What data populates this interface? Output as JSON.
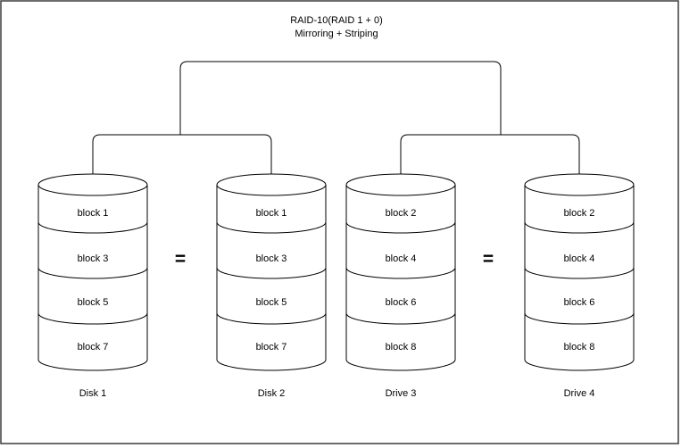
{
  "title": {
    "line1": "RAID-10(RAID 1 + 0)",
    "line2": "Mirroring + Striping"
  },
  "equals_sign": "=",
  "disks": [
    {
      "label": "Disk 1",
      "blocks": [
        "block 1",
        "block 3",
        "block 5",
        "block 7"
      ]
    },
    {
      "label": "Disk 2",
      "blocks": [
        "block 1",
        "block 3",
        "block 5",
        "block 7"
      ]
    },
    {
      "label": "Drive 3",
      "blocks": [
        "block 2",
        "block 4",
        "block 6",
        "block 8"
      ]
    },
    {
      "label": "Drive 4",
      "blocks": [
        "block 2",
        "block 4",
        "block 6",
        "block 8"
      ]
    }
  ],
  "colors": {
    "line": "#000000",
    "background": "#ffffff",
    "border": "#3b3b3b"
  }
}
